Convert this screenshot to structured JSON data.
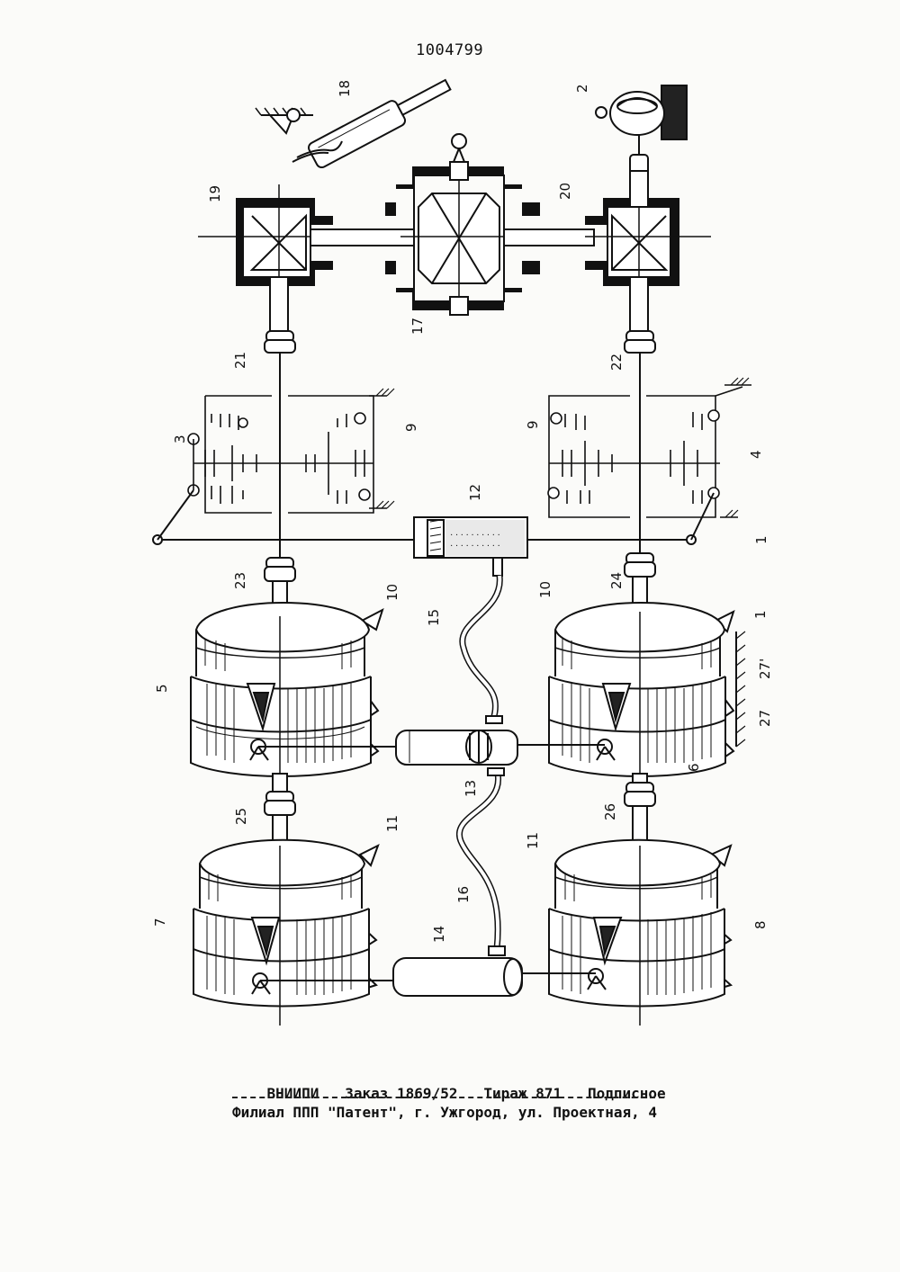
{
  "patent_number": "1004799",
  "labels": {
    "l1": "1",
    "l2": "2",
    "l3": "3",
    "l4": "4",
    "l5": "5",
    "l6": "6",
    "l7": "7",
    "l8": "8",
    "l9": "9",
    "l10": "10",
    "l11": "11",
    "l12": "12",
    "l13": "13",
    "l14": "14",
    "l15": "15",
    "l16": "16",
    "l17": "17",
    "l18": "18",
    "l19": "19",
    "l20": "20",
    "l21": "21",
    "l22": "22",
    "l23": "23",
    "l24": "24",
    "l25": "25",
    "l26": "26",
    "l27": "27",
    "l27p": "27'"
  },
  "imprint": {
    "publisher": "ВНИИПИ",
    "order": "Заказ 1869/52",
    "print_run": "Тираж 871",
    "subscription": "Подписное",
    "branch_address": "Филиал ППП \"Патент\", г. Ужгород, ул. Проектная, 4"
  }
}
